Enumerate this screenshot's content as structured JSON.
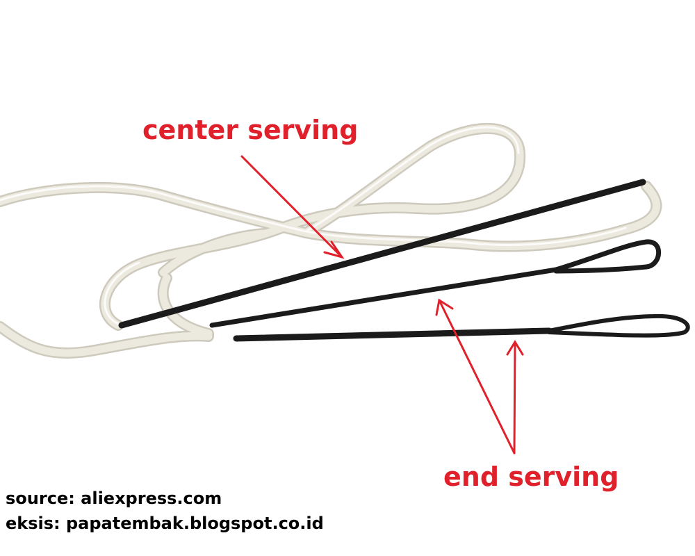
{
  "annotations": {
    "center_serving": "center serving",
    "end_serving": "end serving"
  },
  "credits": {
    "source": "source: aliexpress.com",
    "eksis": "eksis: papatembak.blogspot.co.id"
  },
  "colors": {
    "annotation": "#e0202a",
    "string_fiber": "#ece9df",
    "string_shadow": "#c9c4b6",
    "serving": "#1b1b1b",
    "credit_text": "#000000"
  }
}
